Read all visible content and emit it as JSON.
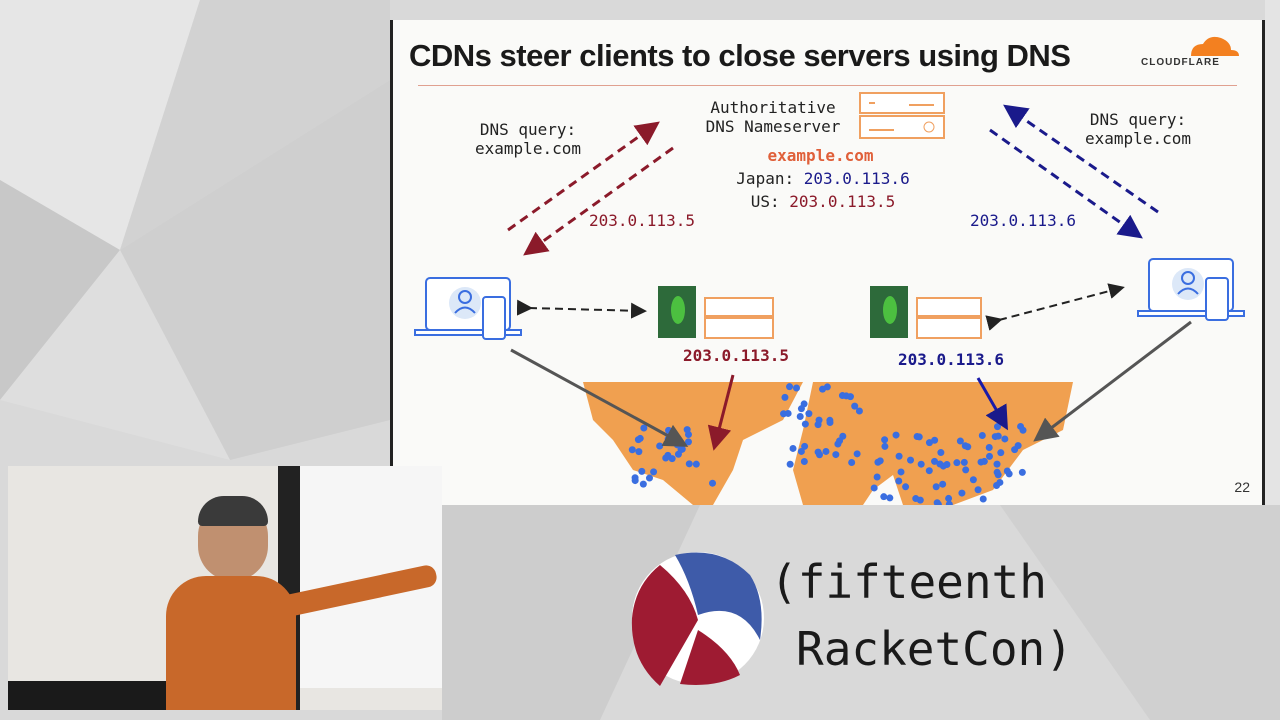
{
  "slide": {
    "title": "CDNs steer clients to close servers using DNS",
    "logo_text": "CLOUDFLARE",
    "page_number": "22",
    "nameserver_label_line1": "Authoritative",
    "nameserver_label_line2": "DNS Nameserver",
    "domain": "example.com",
    "japan_label": "Japan:",
    "japan_ip": "203.0.113.6",
    "us_label": "US:",
    "us_ip": "203.0.113.5",
    "left_query_line1": "DNS query:",
    "left_query_line2": "example.com",
    "right_query_line1": "DNS query:",
    "right_query_line2": "example.com",
    "left_answer": "203.0.113.5",
    "right_answer": "203.0.113.6",
    "us_server_ip": "203.0.113.5",
    "japan_server_ip": "203.0.113.6",
    "colors": {
      "us": "#8b1a2a",
      "japan": "#1a1a8b",
      "accent": "#f38020",
      "dots": "#3a6ee0"
    }
  },
  "event": {
    "line1": "(fifteenth",
    "line2": "RacketCon)"
  }
}
